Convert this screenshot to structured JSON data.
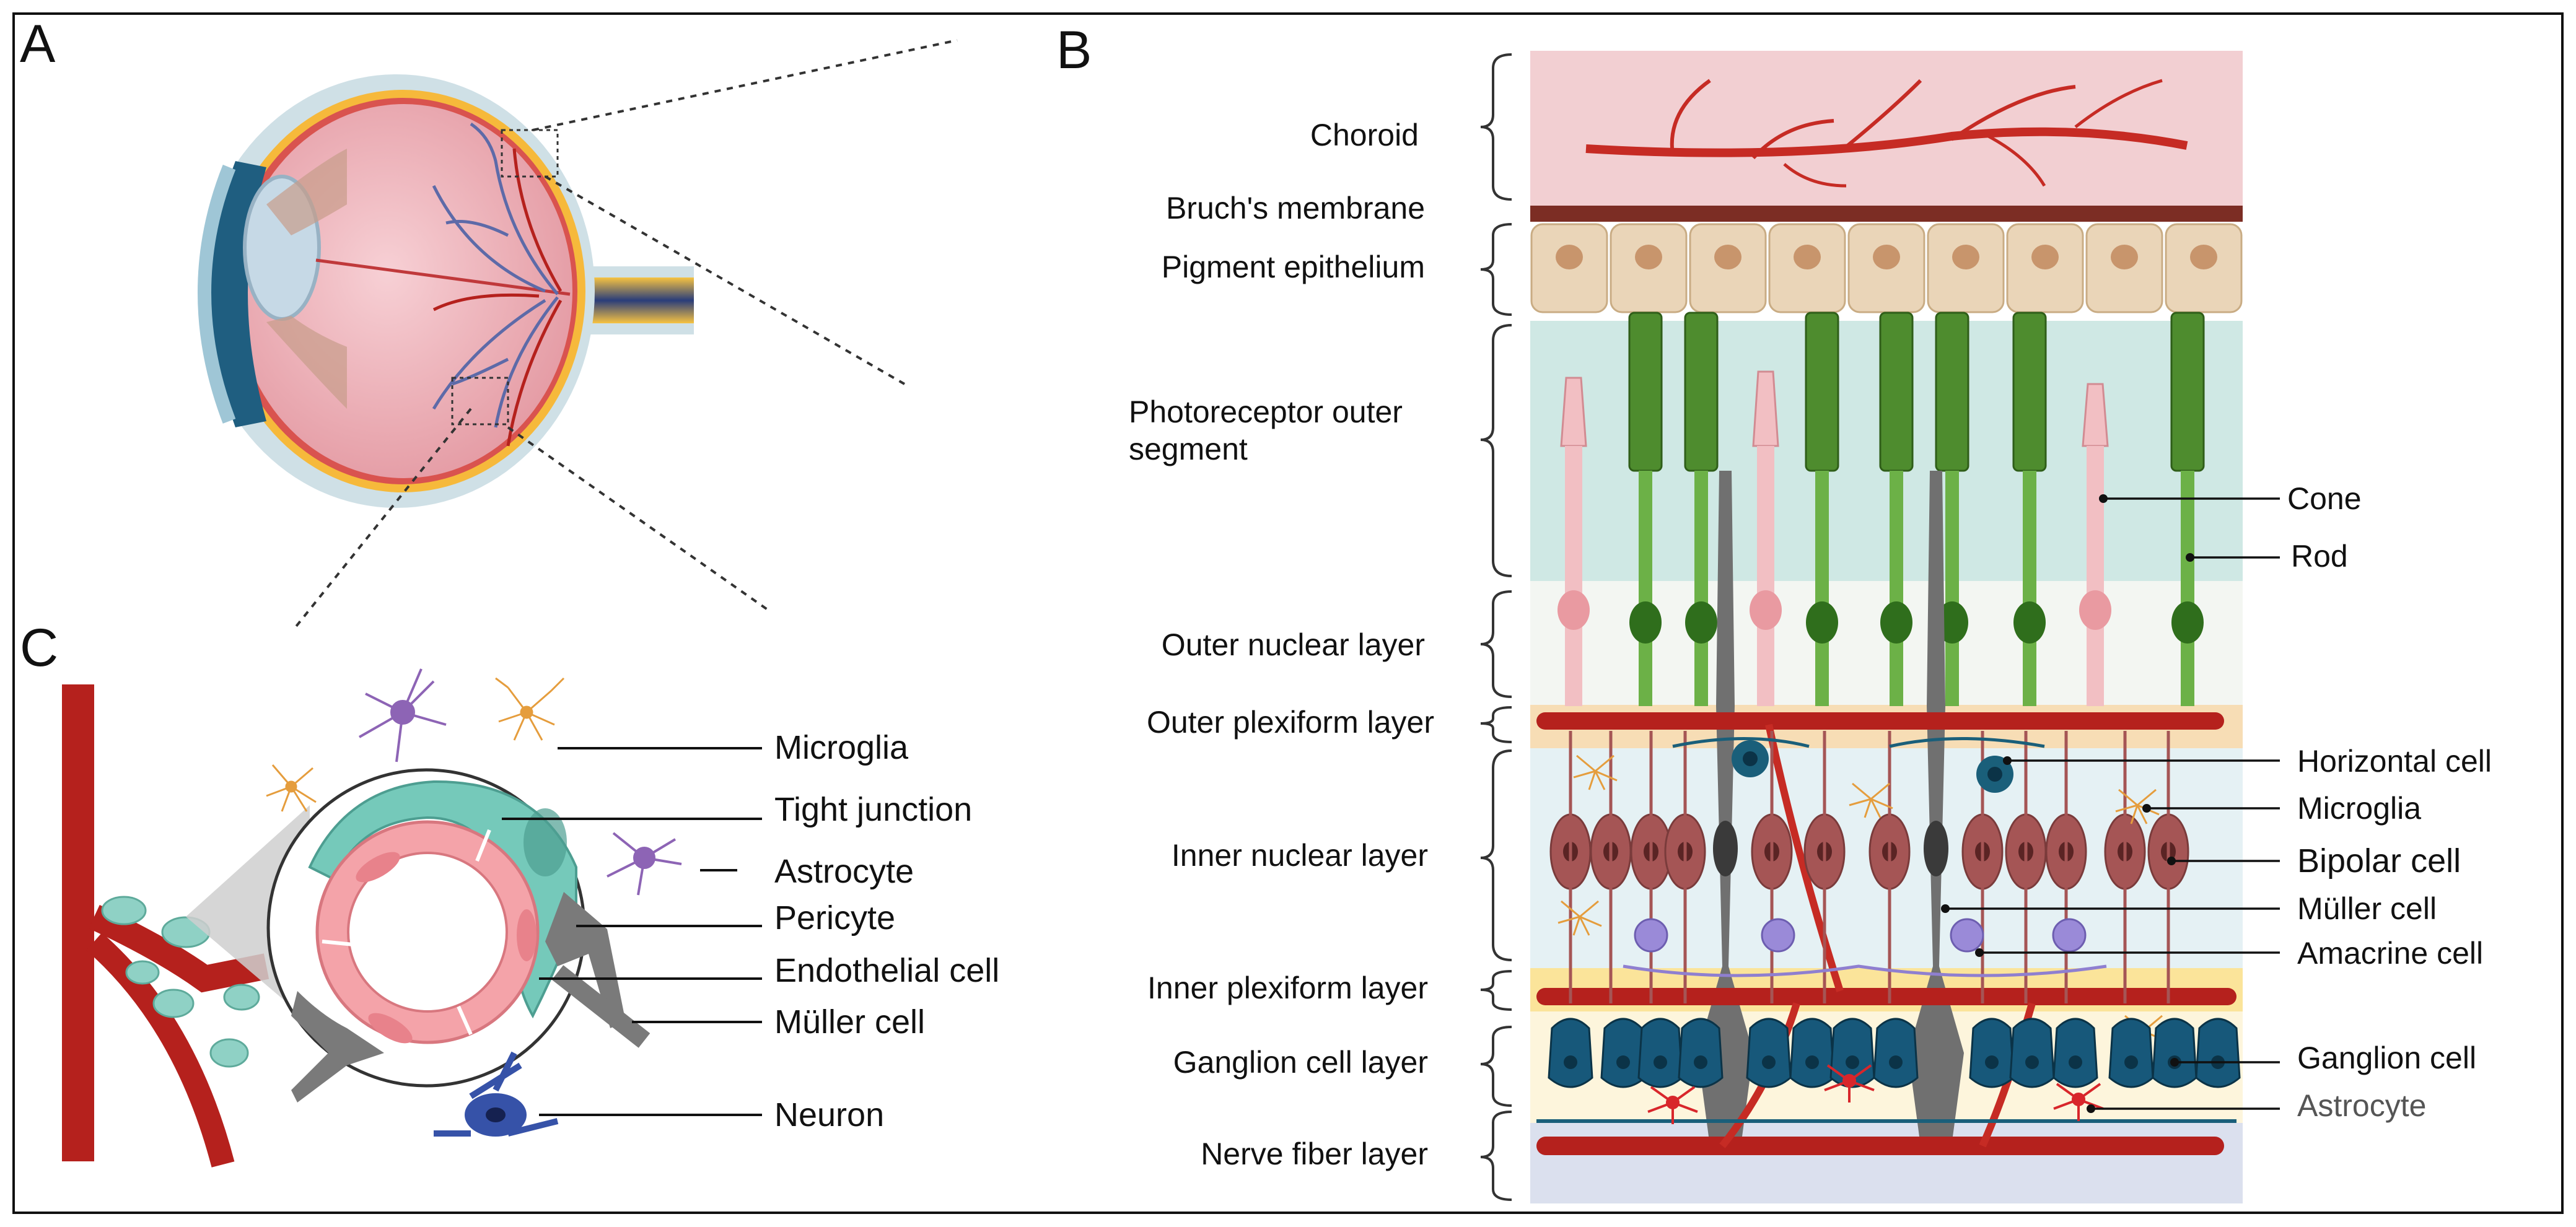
{
  "panels": {
    "a": "A",
    "b": "B",
    "c": "C"
  },
  "retina_layers": {
    "choroid": "Choroid",
    "bruchs": "Bruch's membrane",
    "pigment": "Pigment epithelium",
    "photoreceptor_l1": "Photoreceptor outer",
    "photoreceptor_l2": "segment",
    "onl": "Outer nuclear layer",
    "opl": "Outer plexiform layer",
    "inl": "Inner nuclear layer",
    "ipl": "Inner plexiform layer",
    "gcl": "Ganglion cell layer",
    "nfl": "Nerve fiber layer"
  },
  "retina_cells": {
    "cone": "Cone",
    "rod": "Rod",
    "horizontal": "Horizontal cell",
    "microglia": "Microglia",
    "bipolar": "Bipolar cell",
    "muller": "Müller cell",
    "amacrine": "Amacrine cell",
    "ganglion": "Ganglion cell",
    "astrocyte": "Astrocyte"
  },
  "vessel_labels": {
    "microglia": "Microglia",
    "tight_junction": "Tight junction",
    "astrocyte": "Astrocyte",
    "pericyte": "Pericyte",
    "endothelial": "Endothelial cell",
    "muller": "Müller cell",
    "neuron": "Neuron"
  },
  "colors": {
    "vessel": "#b5211d",
    "choroid_bg": "#f2cfd2",
    "bruchs": "#7c2d24",
    "rpe": "#ead5b8",
    "rod": "#4e8c2e",
    "cone": "#f2bfc3",
    "ganglion": "#17587a",
    "bipolar": "#a55555",
    "amacrine": "#8f7fd0",
    "muller": "#707070",
    "pericyte": "#6fc2b4",
    "endothelial": "#f1a0a6"
  }
}
